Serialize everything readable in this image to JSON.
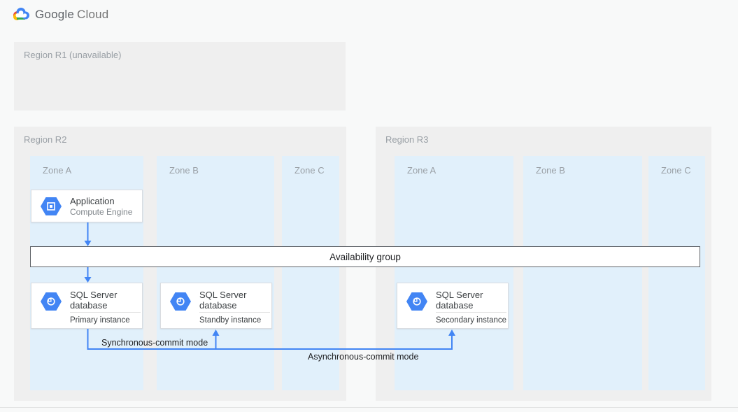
{
  "header": {
    "brand_google": "Google",
    "brand_cloud": "Cloud"
  },
  "regions": [
    {
      "label": "Region R1 (unavailable)",
      "zones": []
    },
    {
      "label": "Region R2",
      "zones": [
        "Zone A",
        "Zone B",
        "Zone C"
      ]
    },
    {
      "label": "Region R3",
      "zones": [
        "Zone A",
        "Zone B",
        "Zone C"
      ]
    }
  ],
  "nodes": {
    "application": {
      "title": "Application",
      "subtitle": "Compute Engine",
      "icon": "compute-engine-icon"
    },
    "availability_group": {
      "label": "Availability group"
    },
    "sql_nodes": [
      {
        "title": "SQL Server database",
        "instance": "Primary instance",
        "icon": "sql-server-icon"
      },
      {
        "title": "SQL Server database",
        "instance": "Standby instance",
        "icon": "sql-server-icon"
      },
      {
        "title": "SQL Server database",
        "instance": "Secondary instance",
        "icon": "sql-server-icon"
      }
    ]
  },
  "edges": {
    "sync_label": "Synchronous-commit mode",
    "async_label": "Asynchronous-commit mode"
  },
  "colors": {
    "accent_blue": "#4285F4",
    "zone_bg": "#E1F0FB",
    "region_bg": "#EFEFEF",
    "logo_blue": "#4285F4",
    "logo_red": "#EA4335",
    "logo_yellow": "#FBBC05",
    "logo_green": "#34A853"
  }
}
